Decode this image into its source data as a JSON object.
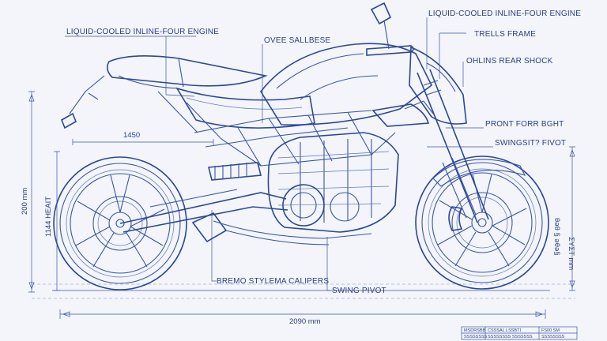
{
  "labels": {
    "engine_left": "LIQUID-COOLED INLINE-FOUR ENGINE",
    "engine_right": "LIQUID-COOLED INLINE-FOUR ENGINE",
    "over_sallbese": "OVEE SALLBESE",
    "trells_frame": "TRELLS FRAME",
    "ohlins": "OHLINS REAR SHOCK",
    "front_fork": "PRONT FORR BGHT",
    "swingarm_pivot": "SWINGSIT? FIVOT",
    "brembo": "BREMO STYLEMA CALIPERS",
    "swing_pivot": "SWING PIVOT"
  },
  "dimensions": {
    "wheelbase": "1450",
    "height_left": "200 mm",
    "height_left2": "1144 HEAIT",
    "overall_length": "2090 mm",
    "height_right": "ΣΥΣΤ mm",
    "height_right2": "θəθ § əθə§"
  },
  "title_block": {
    "r1c1": "MSDRSBB",
    "r1c2": "CSSSAL LSSBTI",
    "r1c3": "FS00 SM",
    "r2c1": "SSSSSSSS",
    "r2c2": "SSSSSSSS SSSSSSS",
    "r2c3": "SSSSSSSS"
  },
  "colors": {
    "paper": "#f3f5fa",
    "ink": "#3a55a8"
  }
}
